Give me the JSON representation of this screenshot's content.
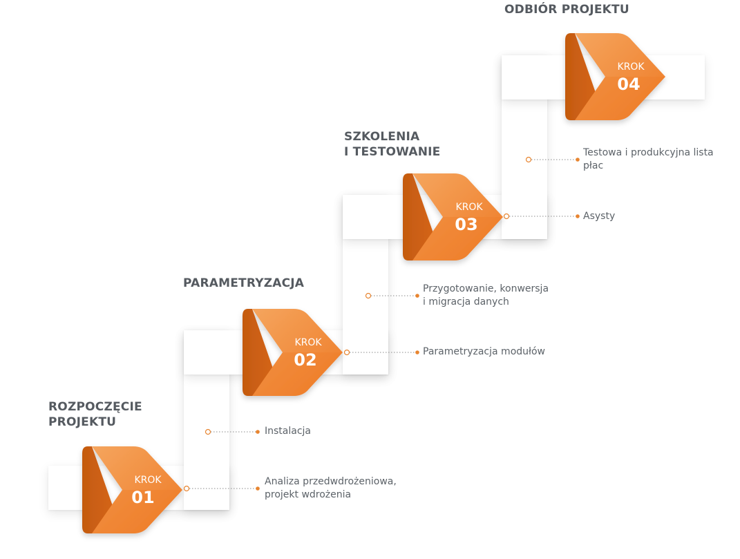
{
  "colors": {
    "orange_light": "#f5a55e",
    "orange_main": "#ee7a25",
    "orange_dark": "#c45a10",
    "title_text": "#555a60",
    "item_text": "#5c6268",
    "connector": "#e88530"
  },
  "steps": [
    {
      "title_lines": [
        "ROZPOCZĘCIE",
        "PROJEKTU"
      ],
      "krok_label": "KROK",
      "number": "01",
      "items": [
        [
          "Analiza przedwdrożeniowa,",
          "projekt wdrożenia"
        ],
        [
          "Instalacja"
        ]
      ]
    },
    {
      "title_lines": [
        "PARAMETRYZACJA"
      ],
      "krok_label": "KROK",
      "number": "02",
      "items": [
        [
          "Parametryzacja modułów"
        ],
        [
          "Przygotowanie, konwersja",
          "i migracja danych"
        ]
      ]
    },
    {
      "title_lines": [
        "SZKOLENIA",
        "I TESTOWANIE"
      ],
      "krok_label": "KROK",
      "number": "03",
      "items": [
        [
          "Asysty"
        ],
        [
          "Testowa i produkcyjna lista",
          "płac"
        ]
      ]
    },
    {
      "title_lines": [
        "ODBIÓR PROJEKTU"
      ],
      "krok_label": "KROK",
      "number": "04",
      "items": []
    }
  ]
}
